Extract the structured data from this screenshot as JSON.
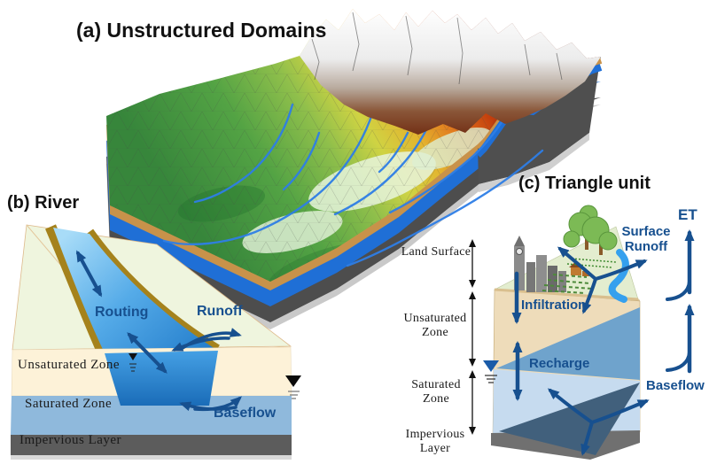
{
  "figure": {
    "panels": {
      "a": {
        "title": "(a) Unstructured Domains"
      },
      "b": {
        "title": "(b) River",
        "flows": {
          "routing": "Routing",
          "runoff": "Runoff",
          "baseflow": "Baseflow"
        },
        "zones": {
          "unsaturated": "Unsaturated Zone",
          "saturated": "Saturated Zone",
          "impervious": "Impervious Layer"
        }
      },
      "c": {
        "title": "(c) Triangle unit",
        "zones": {
          "land_surface": "Land Surface",
          "unsaturated": "Unsaturated Zone",
          "saturated": "Saturated Zone",
          "impervious": "Impervious Layer"
        },
        "flows": {
          "et": "ET",
          "surface_runoff": "Surface Runoff",
          "infiltration": "Infiltration",
          "recharge": "Recharge",
          "baseflow": "Baseflow"
        }
      }
    },
    "colors": {
      "flow_label_blue": "#17508f",
      "arrow_blue": "#17508f",
      "river_blue": "#2e7ee6",
      "channel_blue": "#47a0e4",
      "bank_olive": "#a5821c",
      "unsaturated_cream": "#fdf2d8",
      "saturated_blue": "#8fb9dc",
      "impervious_gray": "#5c5c5c",
      "terrain_green": "#37863b",
      "terrain_red": "#931f05",
      "soil_tan": "#c8924a",
      "aquifer_blue": "#1f6fd6"
    },
    "icons": [
      "water-table-icon",
      "tree-icon",
      "clock-tower-icon",
      "city-buildings-icon",
      "farm-icon",
      "crop-field-icon",
      "river-icon",
      "mountain-icon"
    ]
  }
}
